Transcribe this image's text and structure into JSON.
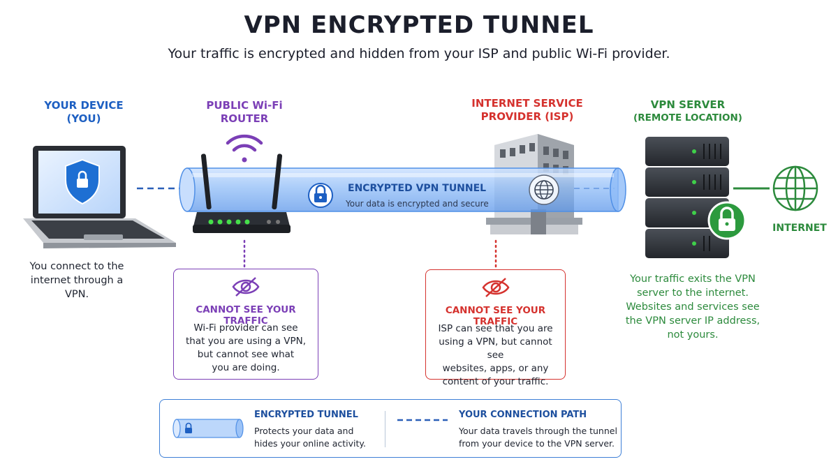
{
  "title": "VPN ENCRYPTED TUNNEL",
  "subtitle": "Your traffic is encrypted and hidden from your ISP and public Wi-Fi provider.",
  "nodes": {
    "device": {
      "label_line1": "YOUR DEVICE",
      "label_line2": "(YOU)",
      "description": "You connect to the internet through a VPN."
    },
    "router": {
      "label_line1": "PUBLIC Wi-Fi",
      "label_line2": "ROUTER"
    },
    "isp": {
      "label_line1": "INTERNET SERVICE",
      "label_line2": "PROVIDER (ISP)"
    },
    "vpn_server": {
      "label_line1": "VPN SERVER",
      "label_line2": "(REMOTE LOCATION)",
      "description_lines": [
        "Your traffic exits the VPN",
        "server to the internet.",
        "Websites and services see",
        "the VPN server IP address,",
        "not yours."
      ]
    },
    "internet": {
      "label": "INTERNET"
    }
  },
  "tunnel": {
    "label": "ENCRYPTED VPN TUNNEL",
    "sublabel": "Your data is encrypted and secure"
  },
  "callouts": {
    "router": {
      "title": "CANNOT SEE YOUR TRAFFIC",
      "body_lines": [
        "Wi-Fi provider can see",
        "that you are using a VPN,",
        "but cannot see what",
        "you are doing."
      ]
    },
    "isp": {
      "title": "CANNOT SEE YOUR TRAFFIC",
      "body_lines": [
        "ISP can see that you are",
        "using a VPN, but cannot see",
        "websites, apps, or any",
        "content of your traffic."
      ]
    }
  },
  "legend": {
    "tunnel": {
      "title": "ENCRYPTED TUNNEL",
      "body_lines": [
        "Protects your data and",
        "hides your online activity."
      ]
    },
    "path": {
      "title": "YOUR CONNECTION PATH",
      "body_lines": [
        "Your data travels through the tunnel",
        "from your device to the VPN server."
      ]
    }
  },
  "colors": {
    "device": "#1d5fc2",
    "router": "#7b3fb6",
    "isp": "#d5322e",
    "vpn": "#2c8a3c",
    "tunnel": "#5b9cf0",
    "path": "#2a5fb8"
  },
  "icons": [
    "laptop-icon",
    "shield-lock-icon",
    "wifi-icon",
    "router-icon",
    "building-icon",
    "globe-icon",
    "server-icon",
    "lock-icon",
    "eye-slash-icon"
  ]
}
